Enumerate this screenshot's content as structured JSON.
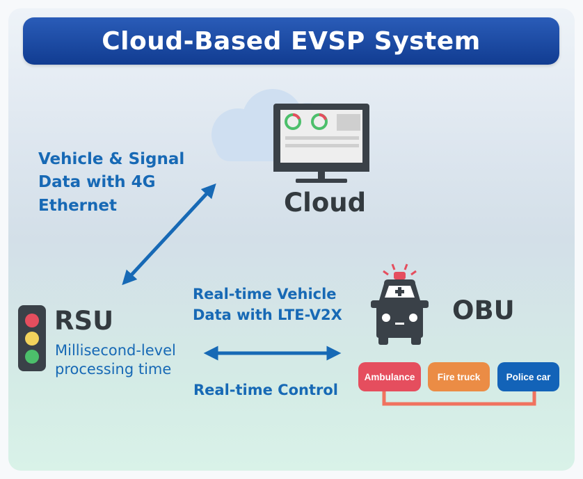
{
  "title": "Cloud-Based EVSP System",
  "cloud": {
    "label": "Cloud"
  },
  "rsu": {
    "label": "RSU",
    "description": [
      "Millisecond-level",
      "processing time"
    ]
  },
  "obu": {
    "label": "OBU"
  },
  "links": {
    "cloud_rsu": [
      "Vehicle & Signal",
      "Data with 4G",
      "Ethernet"
    ],
    "rsu_obu": [
      "Real-time Vehicle",
      "Data with LTE-V2X"
    ],
    "control": "Real-time Control"
  },
  "vehicles": [
    {
      "label": "Ambulance",
      "color": "#e54e5e"
    },
    {
      "label": "Fire truck",
      "color": "#eb8c45"
    },
    {
      "label": "Police car",
      "color": "#1363b8"
    }
  ],
  "colors": {
    "title_bg": "#1a4aa3",
    "accent_blue": "#1769b5",
    "dark_text": "#333a3f",
    "connector": "#f0725f"
  }
}
